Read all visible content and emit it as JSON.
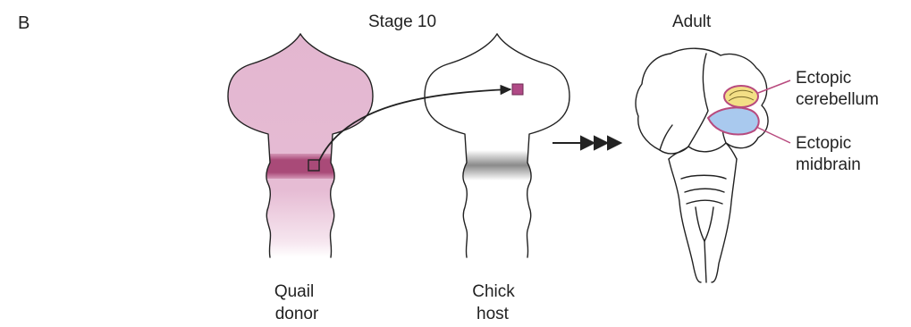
{
  "panel_label": "B",
  "stage_title": "Stage 10",
  "adult_title": "Adult",
  "quail": {
    "line1": "Quail",
    "line2": "donor"
  },
  "chick": {
    "line1": "Chick",
    "line2": "host"
  },
  "ectopic_cerebellum": {
    "line1": "Ectopic",
    "line2": "cerebellum"
  },
  "ectopic_midbrain": {
    "line1": "Ectopic",
    "line2": "midbrain"
  },
  "colors": {
    "quail_fill": "#e3b6d0",
    "graft_band": "#b0507e",
    "graft_square": "#b04a86",
    "cerebellum_fill": "#f3df86",
    "cerebellum_stroke": "#b84a7e",
    "midbrain_fill": "#a9c9ee",
    "midbrain_stroke": "#b84a7e",
    "outline": "#222222"
  },
  "icons": {
    "arrow": "triple-chevron-arrow"
  }
}
